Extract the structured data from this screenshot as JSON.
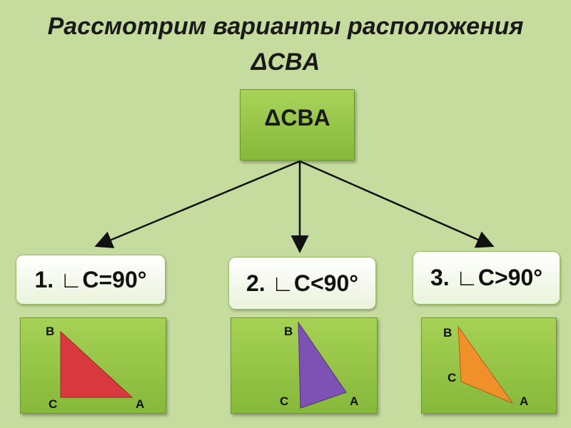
{
  "title_line1": "Рассмотрим варианты расположения",
  "title_line2": "ΔCBA",
  "root": "ΔCBA",
  "cases": [
    {
      "label": "1. ∟C=90°",
      "color": "#d8393f",
      "vertices": [
        "B",
        "C",
        "A"
      ]
    },
    {
      "label": "2. ∟C<90°",
      "color": "#7e52b4",
      "vertices": [
        "B",
        "C",
        "A"
      ]
    },
    {
      "label": "3. ∟C>90°",
      "color": "#f0902a",
      "vertices": [
        "B",
        "C",
        "A"
      ]
    }
  ]
}
